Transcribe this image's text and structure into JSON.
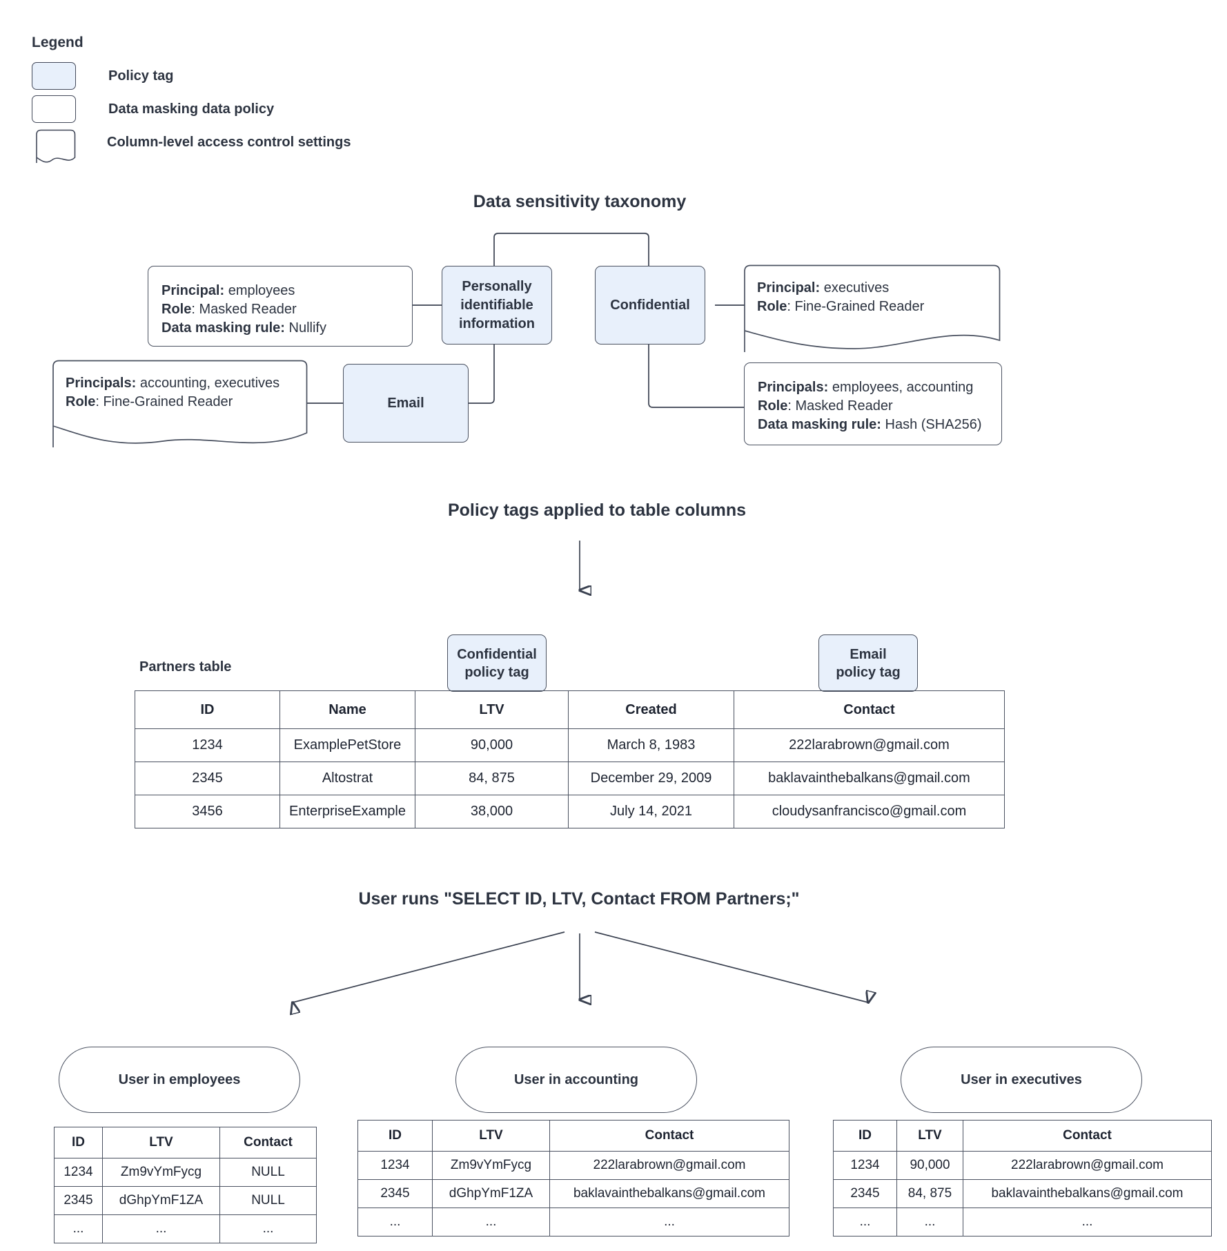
{
  "legend": {
    "title": "Legend",
    "items": [
      {
        "label": "Policy tag",
        "swatch": "policy-tag-swatch"
      },
      {
        "label": "Data masking data policy",
        "swatch": "data-masking-swatch"
      },
      {
        "label": "Column-level access control settings",
        "swatch": "column-access-swatch"
      }
    ]
  },
  "taxonomy": {
    "title": "Data sensitivity taxonomy",
    "tags": {
      "pii": "Personally identifiable information",
      "confidential": "Confidential",
      "email": "Email"
    },
    "pii_masking": {
      "principal_label": "Principal:",
      "principal_value": " employees",
      "role_label": "Role",
      "role_value": ": Masked Reader",
      "rule_label": "Data masking rule:",
      "rule_value": " Nullify"
    },
    "email_access": {
      "principal_label": "Principals:",
      "principal_value": " accounting, executives",
      "role_label": "Role",
      "role_value": ": Fine-Grained Reader"
    },
    "confidential_access": {
      "principal_label": "Principal:",
      "principal_value": " executives",
      "role_label": "Role",
      "role_value": ": Fine-Grained Reader"
    },
    "confidential_masking": {
      "principal_label": "Principals:",
      "principal_value": " employees, accounting",
      "role_label": "Role",
      "role_value": ": Masked Reader",
      "rule_label": "Data masking rule:",
      "rule_value": " Hash (SHA256)"
    }
  },
  "applied": {
    "title": "Policy tags applied to table columns",
    "caption": "Partners table",
    "tag_confidential_line1": "Confidential",
    "tag_confidential_line2": "policy tag",
    "tag_email_line1": "Email",
    "tag_email_line2": "policy tag",
    "table": {
      "headers": [
        "ID",
        "Name",
        "LTV",
        "Created",
        "Contact"
      ],
      "rows": [
        [
          "1234",
          "ExamplePetStore",
          "90,000",
          "March 8, 1983",
          "222larabrown@gmail.com"
        ],
        [
          "2345",
          "Altostrat",
          "84, 875",
          "December 29, 2009",
          "baklavainthebalkans@gmail.com"
        ],
        [
          "3456",
          "EnterpriseExample",
          "38,000",
          "July 14, 2021",
          "cloudysanfrancisco@gmail.com"
        ]
      ]
    }
  },
  "query": {
    "title": "User runs \"SELECT ID, LTV, Contact FROM Partners;\""
  },
  "results": [
    {
      "persona": "User in employees",
      "headers": [
        "ID",
        "LTV",
        "Contact"
      ],
      "rows": [
        [
          "1234",
          "Zm9vYmFycg",
          "NULL"
        ],
        [
          "2345",
          "dGhpYmF1ZA",
          "NULL"
        ],
        [
          "...",
          "...",
          "..."
        ]
      ]
    },
    {
      "persona": "User in accounting",
      "headers": [
        "ID",
        "LTV",
        "Contact"
      ],
      "rows": [
        [
          "1234",
          "Zm9vYmFycg",
          "222larabrown@gmail.com"
        ],
        [
          "2345",
          "dGhpYmF1ZA",
          "baklavainthebalkans@gmail.com"
        ],
        [
          "...",
          "...",
          "..."
        ]
      ]
    },
    {
      "persona": "User in executives",
      "headers": [
        "ID",
        "LTV",
        "Contact"
      ],
      "rows": [
        [
          "1234",
          "90,000",
          "222larabrown@gmail.com"
        ],
        [
          "2345",
          "84, 875",
          "baklavainthebalkans@gmail.com"
        ],
        [
          "...",
          "...",
          "..."
        ]
      ]
    }
  ],
  "colors": {
    "policy_tag_fill": "#e8f0fb",
    "stroke": "#4a5160",
    "text": "#2c3340"
  }
}
